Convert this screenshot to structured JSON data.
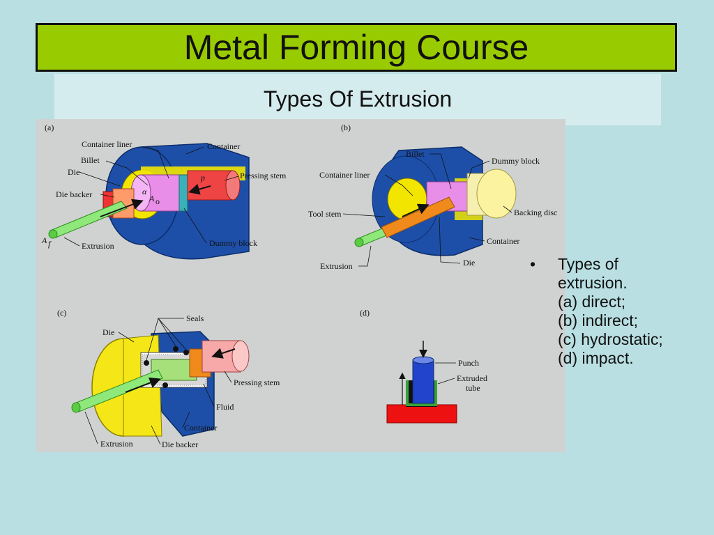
{
  "slide": {
    "title": "Metal Forming Course",
    "subtitle": "Types Of Extrusion"
  },
  "colors": {
    "title_bg": "#99cc00",
    "subtitle_bg": "#d5ecee",
    "page_bg": "#b9dfe2",
    "figure_bg": "#cfd2d0"
  },
  "figure": {
    "panel_a": {
      "tag": "(a)",
      "labels": [
        "Container liner",
        "Container",
        "Billet",
        "Die",
        "Pressing stem",
        "Die backer",
        "Extrusion",
        "Dummy block"
      ],
      "symbols": [
        "p",
        "α",
        "A",
        "o",
        "A",
        "f"
      ]
    },
    "panel_b": {
      "tag": "(b)",
      "labels": [
        "Billet",
        "Dummy block",
        "Container liner",
        "Backing disc",
        "Tool stem",
        "Container",
        "Die",
        "Extrusion"
      ]
    },
    "panel_c": {
      "tag": "(c)",
      "labels": [
        "Seals",
        "Die",
        "Pressing stem",
        "Fluid",
        "Container",
        "Extrusion",
        "Die backer"
      ]
    },
    "panel_d": {
      "tag": "(d)",
      "labels": [
        "Punch",
        "Extruded",
        "tube"
      ]
    }
  },
  "bullet": {
    "marker": "•",
    "lines": [
      "Types of",
      "extrusion.",
      "(a) direct;",
      "(b) indirect;",
      "(c) hydrostatic;",
      "(d) impact."
    ]
  }
}
